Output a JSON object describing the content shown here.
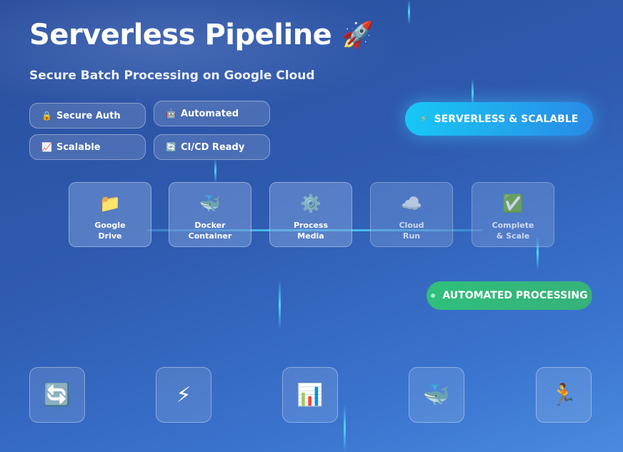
{
  "header": {
    "title": "Serverless Pipeline",
    "title_emoji": "🚀",
    "subtitle": "Secure Batch Processing on Google Cloud"
  },
  "features": [
    {
      "icon": "lock-icon",
      "glyph": "🔒",
      "label": "Secure Auth"
    },
    {
      "icon": "robot-icon",
      "glyph": "🤖",
      "label": "Automated"
    },
    {
      "icon": "chart-up-icon",
      "glyph": "📈",
      "label": "Scalable"
    },
    {
      "icon": "refresh-icon",
      "glyph": "🔄",
      "label": "CI/CD Ready"
    }
  ],
  "badges": {
    "serverless": {
      "glyph": "⚡",
      "label": "SERVERLESS & SCALABLE",
      "color": "#18c8f5"
    },
    "automated": {
      "label": "AUTOMATED PROCESSING",
      "color": "#2fbf7b"
    }
  },
  "steps": [
    {
      "icon": "folder-icon",
      "glyph": "📁",
      "label": "Google\nDrive"
    },
    {
      "icon": "whale-icon",
      "glyph": "🐳",
      "label": "Docker\nContainer"
    },
    {
      "icon": "gear-icon",
      "glyph": "⚙️",
      "label": "Process\nMedia"
    },
    {
      "icon": "cloud-icon",
      "glyph": "☁️",
      "label": "Cloud\nRun"
    },
    {
      "icon": "checkmark-icon",
      "glyph": "✅",
      "label": "Complete\n& Scale"
    }
  ],
  "tiles": [
    {
      "icon": "refresh-icon",
      "glyph": "🔄"
    },
    {
      "icon": "lightning-icon",
      "glyph": "⚡"
    },
    {
      "icon": "bar-chart-icon",
      "glyph": "📊"
    },
    {
      "icon": "whale-icon",
      "glyph": "🐳"
    },
    {
      "icon": "runner-icon",
      "glyph": "🏃"
    }
  ]
}
